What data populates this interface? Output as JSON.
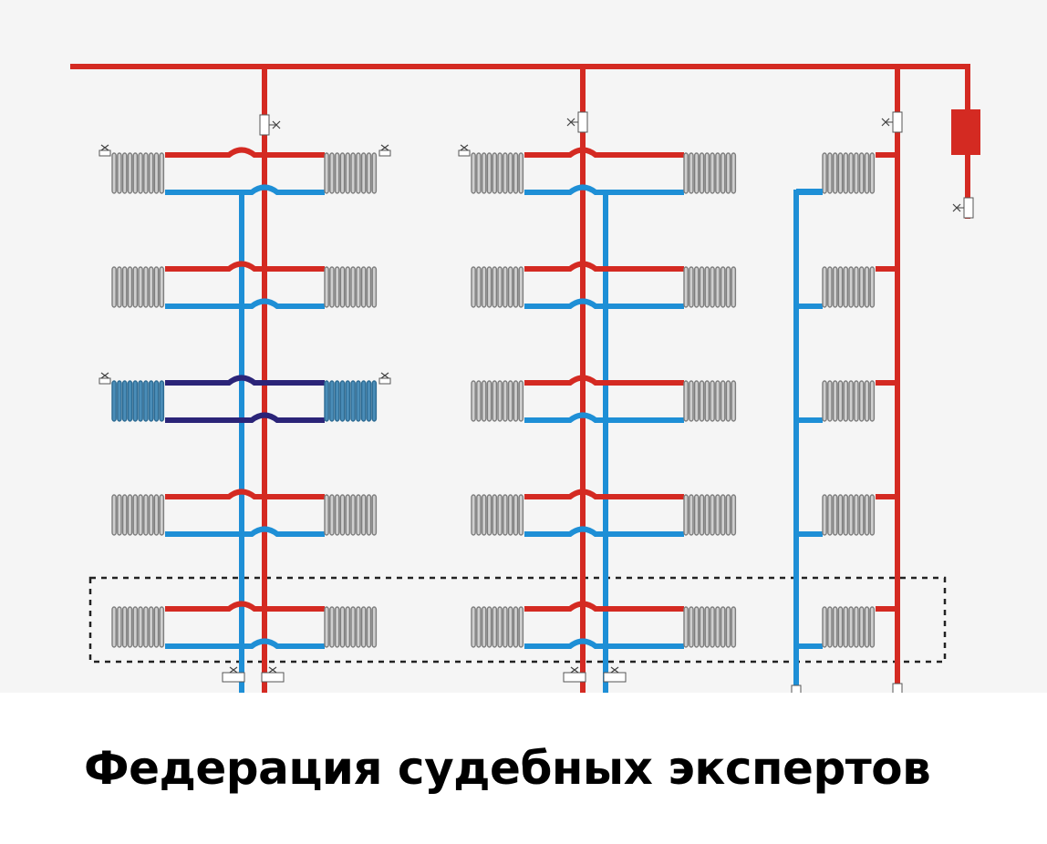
{
  "caption": "Федерация судебных экспертов",
  "colors": {
    "supply": "#d42a22",
    "return": "#1e8fd6",
    "highlighted_loop": "#2b2478",
    "radiator": "#7d7d7d",
    "radiator_highlighted": "#2d6b93",
    "background": "#f5f5f5",
    "boiler": "#d42a22"
  },
  "diagram": {
    "risers": [
      {
        "scheme": "two-pipe-left",
        "floors": 5,
        "radiators_per_floor": 2
      },
      {
        "scheme": "two-pipe-center",
        "floors": 5,
        "radiators_per_floor": 2
      },
      {
        "scheme": "one-side-return",
        "floors": 5,
        "radiators_per_floor": 1
      }
    ],
    "highlighted_floor": 3,
    "dashed_region_floor": 5,
    "icons": [
      "air-valve-icon",
      "shutoff-valve-icon",
      "boiler-icon"
    ]
  }
}
